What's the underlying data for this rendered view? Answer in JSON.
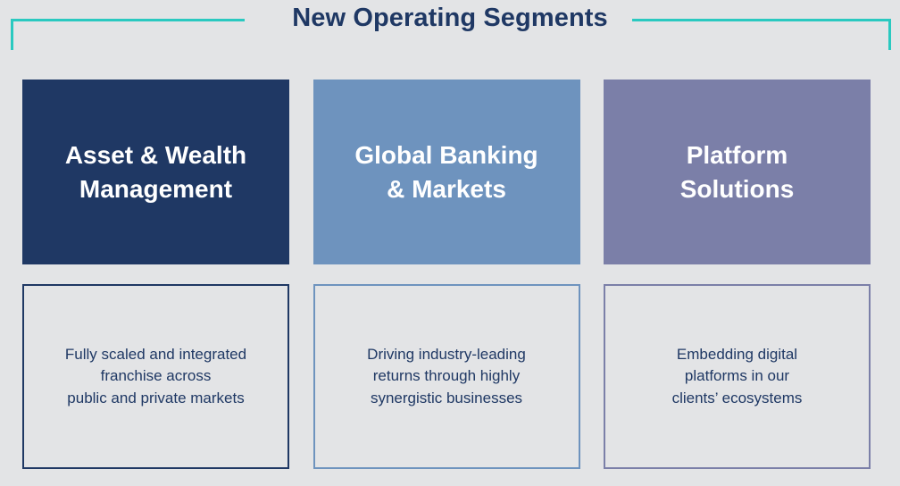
{
  "slide": {
    "title": "New Operating Segments",
    "accent_color": "#2ac9c0",
    "background_color": "#e3e4e6",
    "title_color": "#1f3864"
  },
  "segments": [
    {
      "name": "Asset & Wealth Management",
      "header_line_1": "Asset & Wealth",
      "header_line_2": "Management",
      "description_line_1": "Fully scaled and integrated",
      "description_line_2": "franchise across",
      "description_line_3": "public and private markets",
      "color": "#1f3864"
    },
    {
      "name": "Global Banking & Markets",
      "header_line_1": "Global Banking",
      "header_line_2": "& Markets",
      "description_line_1": "Driving industry-leading",
      "description_line_2": "returns through highly",
      "description_line_3": "synergistic businesses",
      "color": "#6e93be"
    },
    {
      "name": "Platform Solutions",
      "header_line_1": "Platform",
      "header_line_2": "Solutions",
      "description_line_1": "Embedding digital",
      "description_line_2": "platforms in our",
      "description_line_3": "clients’ ecosystems",
      "color": "#7b7fa8"
    }
  ]
}
